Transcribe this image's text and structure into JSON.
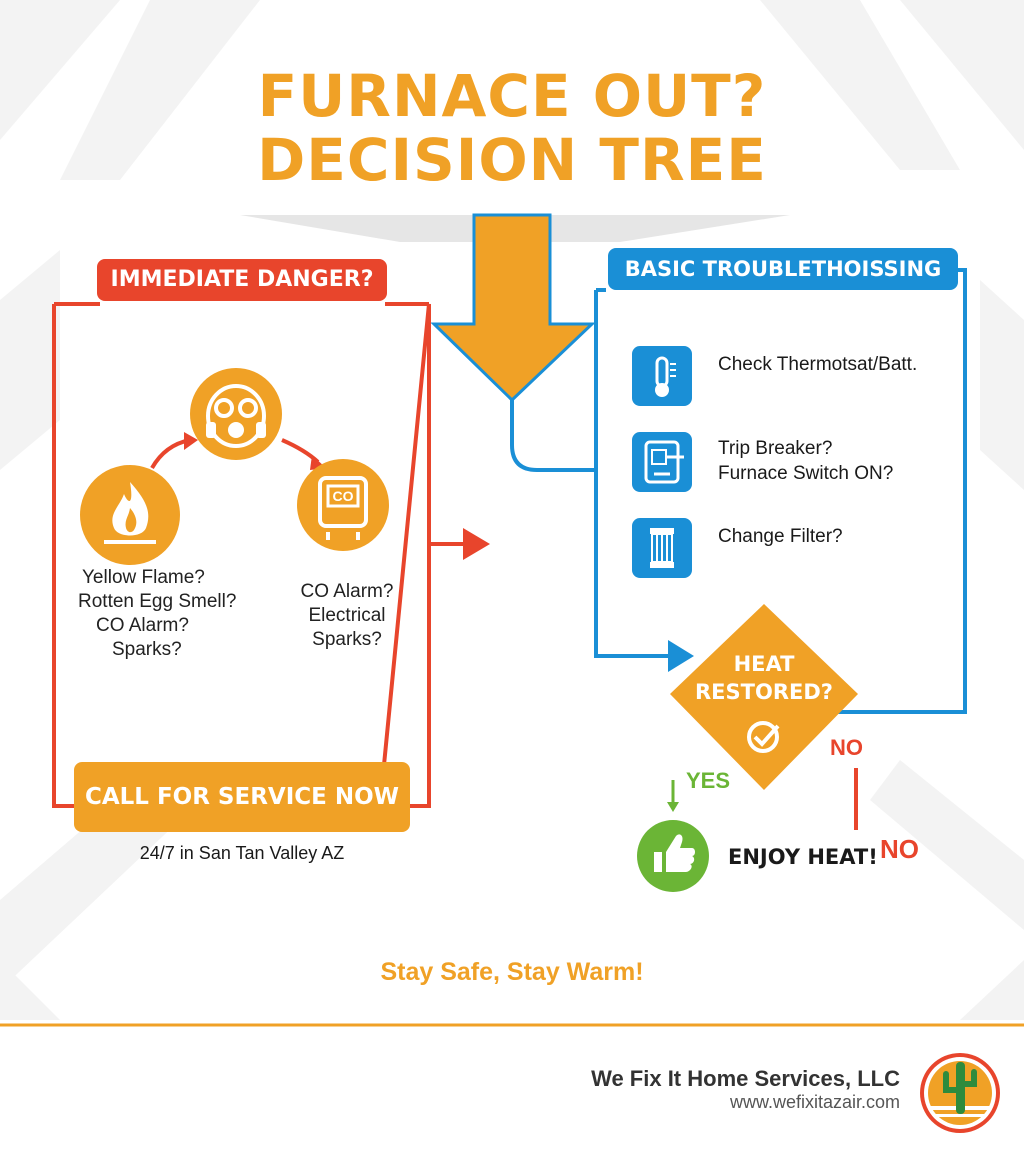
{
  "title": {
    "line1": "FURNACE OUT?",
    "line2": "DECISION TREE"
  },
  "danger": {
    "header": "IMMEDIATE DANGER?",
    "left_text": [
      "Yellow Flame?",
      "Rotten Egg Smell?",
      "CO Alarm?",
      "Sparks?"
    ],
    "right_text": [
      "CO Alarm?",
      "Electrical",
      "Sparks?"
    ],
    "co_label": "CO",
    "call_button": "CALL FOR SERVICE NOW",
    "call_sub": "24/7 in San Tan Valley AZ"
  },
  "troubleshooting": {
    "header": "BASIC TROUBLETHOISSING",
    "items": [
      {
        "icon": "thermometer-icon",
        "lines": [
          "Check Thermotsat/Batt."
        ]
      },
      {
        "icon": "breaker-switch-icon",
        "lines": [
          "Trip Breaker?",
          "Furnace Switch ON?"
        ]
      },
      {
        "icon": "air-filter-icon",
        "lines": [
          "Change Filter?"
        ]
      }
    ]
  },
  "decision": {
    "question_line1": "HEAT",
    "question_line2": "RESTORED?",
    "yes_label": "YES",
    "no_label": "NO",
    "no_label_2": "NO",
    "enjoy": "ENJOY HEAT!"
  },
  "tagline": "Stay Safe, Stay Warm!",
  "footer": {
    "company": "We Fix It Home Services, LLC",
    "website": "www.wefixitazair.com"
  },
  "colors": {
    "orange": "#f0a126",
    "red": "#e8452c",
    "blue": "#1a8fd6",
    "green": "#6bb536"
  }
}
